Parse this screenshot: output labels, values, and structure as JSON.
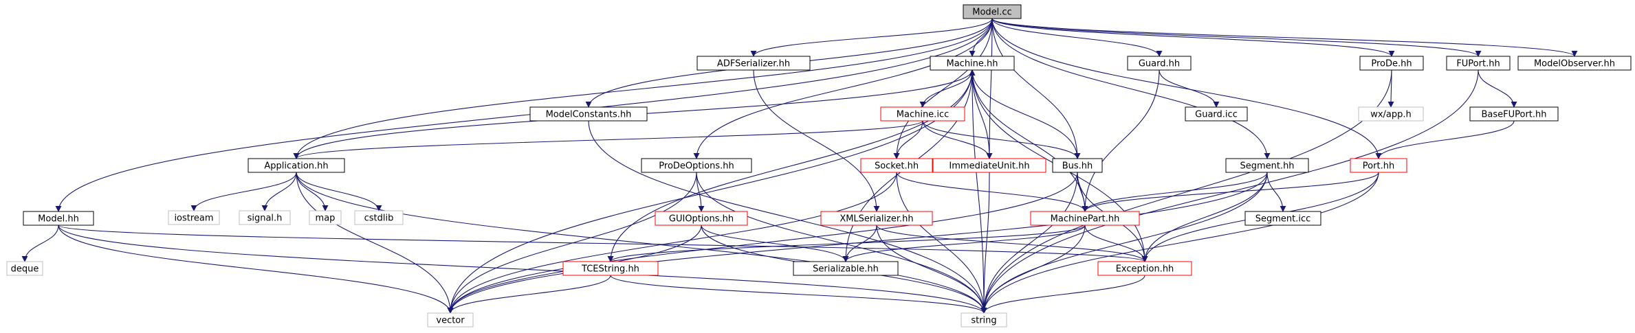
{
  "colors": {
    "edge": "#191970",
    "root_fill": "#bfbfbf",
    "node_border": "#000000",
    "link_border": "#ff0000",
    "external_border": "#bfbfbf",
    "external_text": "#7f7f7f"
  },
  "nodes": [
    {
      "id": "model_cc",
      "label": "Model.cc",
      "kind": "root"
    },
    {
      "id": "model_hh",
      "label": "Model.hh",
      "kind": "normal"
    },
    {
      "id": "deque",
      "label": "deque",
      "kind": "external"
    },
    {
      "id": "application_hh",
      "label": "Application.hh",
      "kind": "normal"
    },
    {
      "id": "iostream",
      "label": "iostream",
      "kind": "external"
    },
    {
      "id": "signal_h",
      "label": "signal.h",
      "kind": "external"
    },
    {
      "id": "map",
      "label": "map",
      "kind": "external"
    },
    {
      "id": "cstdlib",
      "label": "cstdlib",
      "kind": "external"
    },
    {
      "id": "modelconstants_hh",
      "label": "ModelConstants.hh",
      "kind": "normal"
    },
    {
      "id": "adfserializer_hh",
      "label": "ADFSerializer.hh",
      "kind": "normal"
    },
    {
      "id": "prodeoptions_hh",
      "label": "ProDeOptions.hh",
      "kind": "normal"
    },
    {
      "id": "guioptions_hh",
      "label": "GUIOptions.hh",
      "kind": "link"
    },
    {
      "id": "machine_hh",
      "label": "Machine.hh",
      "kind": "normal"
    },
    {
      "id": "machine_icc",
      "label": "Machine.icc",
      "kind": "link"
    },
    {
      "id": "socket_hh",
      "label": "Socket.hh",
      "kind": "link"
    },
    {
      "id": "immediateunit_hh",
      "label": "ImmediateUnit.hh",
      "kind": "link"
    },
    {
      "id": "bus_hh",
      "label": "Bus.hh",
      "kind": "normal"
    },
    {
      "id": "xmlserializer_hh",
      "label": "XMLSerializer.hh",
      "kind": "link"
    },
    {
      "id": "serializable_hh",
      "label": "Serializable.hh",
      "kind": "normal"
    },
    {
      "id": "tcestring_hh",
      "label": "TCEString.hh",
      "kind": "link"
    },
    {
      "id": "vector",
      "label": "vector",
      "kind": "external"
    },
    {
      "id": "string",
      "label": "string",
      "kind": "external"
    },
    {
      "id": "machinepart_hh",
      "label": "MachinePart.hh",
      "kind": "link"
    },
    {
      "id": "exception_hh",
      "label": "Exception.hh",
      "kind": "link"
    },
    {
      "id": "guard_hh",
      "label": "Guard.hh",
      "kind": "normal"
    },
    {
      "id": "guard_icc",
      "label": "Guard.icc",
      "kind": "normal"
    },
    {
      "id": "segment_hh",
      "label": "Segment.hh",
      "kind": "normal"
    },
    {
      "id": "segment_icc",
      "label": "Segment.icc",
      "kind": "normal"
    },
    {
      "id": "prode_hh",
      "label": "ProDe.hh",
      "kind": "normal"
    },
    {
      "id": "wx_app_h",
      "label": "wx/app.h",
      "kind": "external"
    },
    {
      "id": "fuport_hh",
      "label": "FUPort.hh",
      "kind": "normal"
    },
    {
      "id": "basefuport_hh",
      "label": "BaseFUPort.hh",
      "kind": "normal"
    },
    {
      "id": "port_hh",
      "label": "Port.hh",
      "kind": "link"
    },
    {
      "id": "modelobserver_hh",
      "label": "ModelObserver.hh",
      "kind": "normal"
    }
  ],
  "edges": [
    [
      "model_cc",
      "model_hh"
    ],
    [
      "model_cc",
      "application_hh"
    ],
    [
      "model_cc",
      "modelconstants_hh"
    ],
    [
      "model_cc",
      "adfserializer_hh"
    ],
    [
      "model_cc",
      "prodeoptions_hh"
    ],
    [
      "model_cc",
      "machine_hh"
    ],
    [
      "model_cc",
      "socket_hh"
    ],
    [
      "model_cc",
      "immediateunit_hh"
    ],
    [
      "model_cc",
      "bus_hh"
    ],
    [
      "model_cc",
      "guard_hh"
    ],
    [
      "model_cc",
      "segment_hh"
    ],
    [
      "model_cc",
      "prode_hh"
    ],
    [
      "model_cc",
      "fuport_hh"
    ],
    [
      "model_cc",
      "port_hh"
    ],
    [
      "model_cc",
      "modelobserver_hh"
    ],
    [
      "model_hh",
      "deque"
    ],
    [
      "model_hh",
      "vector"
    ],
    [
      "model_hh",
      "string"
    ],
    [
      "model_hh",
      "exception_hh"
    ],
    [
      "application_hh",
      "iostream"
    ],
    [
      "application_hh",
      "signal_h"
    ],
    [
      "application_hh",
      "map"
    ],
    [
      "application_hh",
      "cstdlib"
    ],
    [
      "application_hh",
      "vector"
    ],
    [
      "application_hh",
      "string"
    ],
    [
      "modelconstants_hh",
      "string"
    ],
    [
      "adfserializer_hh",
      "xmlserializer_hh"
    ],
    [
      "prodeoptions_hh",
      "guioptions_hh"
    ],
    [
      "prodeoptions_hh",
      "vector"
    ],
    [
      "prodeoptions_hh",
      "string"
    ],
    [
      "guioptions_hh",
      "serializable_hh"
    ],
    [
      "guioptions_hh",
      "vector"
    ],
    [
      "guioptions_hh",
      "string"
    ],
    [
      "machine_hh",
      "application_hh"
    ],
    [
      "machine_hh",
      "machine_icc"
    ],
    [
      "machine_hh",
      "serializable_hh"
    ],
    [
      "machine_hh",
      "tcestring_hh"
    ],
    [
      "machine_hh",
      "exception_hh"
    ],
    [
      "machine_hh",
      "string"
    ],
    [
      "machine_hh",
      "vector"
    ],
    [
      "machine_icc",
      "application_hh"
    ],
    [
      "machine_icc",
      "socket_hh"
    ],
    [
      "machine_icc",
      "immediateunit_hh"
    ],
    [
      "machine_icc",
      "bus_hh"
    ],
    [
      "socket_hh",
      "machinepart_hh"
    ],
    [
      "socket_hh",
      "vector"
    ],
    [
      "socket_hh",
      "string"
    ],
    [
      "immediateunit_hh",
      "machine_hh"
    ],
    [
      "immediateunit_hh",
      "string"
    ],
    [
      "bus_hh",
      "machine_hh"
    ],
    [
      "bus_hh",
      "machinepart_hh"
    ],
    [
      "bus_hh",
      "exception_hh"
    ],
    [
      "bus_hh",
      "string"
    ],
    [
      "bus_hh",
      "vector"
    ],
    [
      "xmlserializer_hh",
      "serializable_hh"
    ],
    [
      "xmlserializer_hh",
      "exception_hh"
    ],
    [
      "xmlserializer_hh",
      "string"
    ],
    [
      "tcestring_hh",
      "vector"
    ],
    [
      "tcestring_hh",
      "string"
    ],
    [
      "machinepart_hh",
      "machine_hh"
    ],
    [
      "machinepart_hh",
      "serializable_hh"
    ],
    [
      "machinepart_hh",
      "exception_hh"
    ],
    [
      "machinepart_hh",
      "tcestring_hh"
    ],
    [
      "machinepart_hh",
      "string"
    ],
    [
      "exception_hh",
      "string"
    ],
    [
      "guard_hh",
      "guard_icc"
    ],
    [
      "guard_hh",
      "machinepart_hh"
    ],
    [
      "segment_hh",
      "segment_icc"
    ],
    [
      "segment_hh",
      "machinepart_hh"
    ],
    [
      "segment_hh",
      "exception_hh"
    ],
    [
      "segment_hh",
      "string"
    ],
    [
      "segment_hh",
      "vector"
    ],
    [
      "prode_hh",
      "wx_app_h"
    ],
    [
      "prode_hh",
      "string"
    ],
    [
      "fuport_hh",
      "basefuport_hh"
    ],
    [
      "fuport_hh",
      "string"
    ],
    [
      "basefuport_hh",
      "port_hh"
    ],
    [
      "port_hh",
      "machinepart_hh"
    ],
    [
      "port_hh",
      "exception_hh"
    ],
    [
      "port_hh",
      "string"
    ]
  ]
}
